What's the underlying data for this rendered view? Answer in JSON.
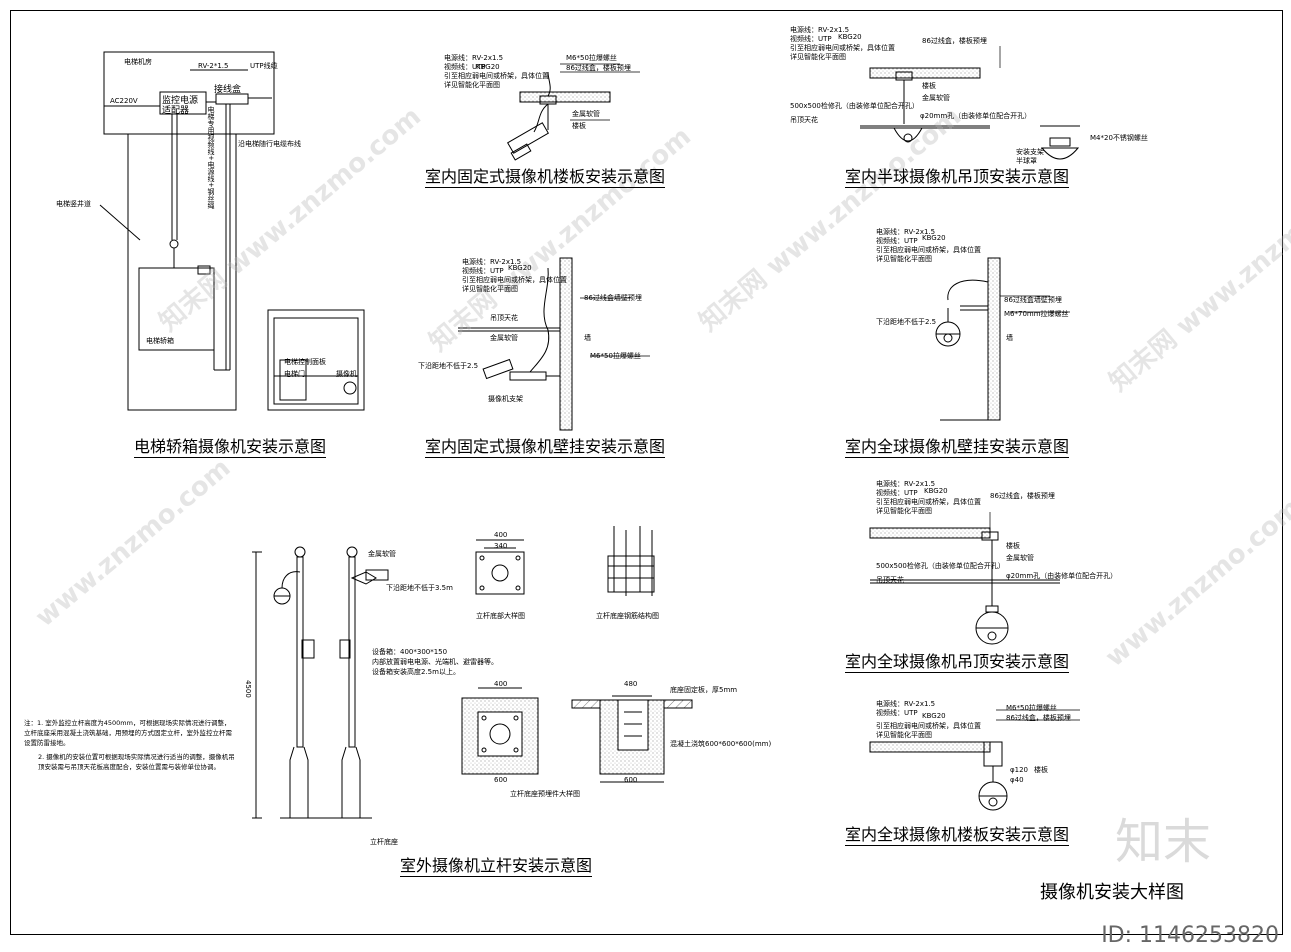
{
  "sheet_title": "摄像机安装大样图",
  "id_label": "ID: 1146253820",
  "brand": "知末",
  "watermarks": [
    "知末网 www.znzmo.com",
    "知末网 www.znzmo.com",
    "知末网 www.znzmo.com",
    "知末网 www.znzmo.com",
    "www.znzmo.com",
    "www.znzmo.com"
  ],
  "diagrams": {
    "elevator": {
      "title": "电梯轿箱摄像机安装示意图",
      "machine_room": "电梯机房",
      "cable_spec": "RV-2*1.5",
      "utp": "UTP线缆",
      "ac": "AC220V",
      "adapter": "监控电源适配器",
      "jbox": "接线盒",
      "along": "沿电梯随行电缆布线",
      "shaft": "电梯竖井道",
      "vertical_cable": "电梯专用视频线+电源线+钢丝绳",
      "cab": "电梯轿箱",
      "panel": "电梯控制面板",
      "door": "电梯门",
      "camera": "摄像机"
    },
    "fixed_slab": {
      "title": "室内固定式摄像机楼板安装示意图",
      "power": "电源线：RV-2x1.5",
      "video": "视频线：UTP",
      "kbg": "KBG20",
      "route1": "引至相应弱电间或桥架，具体位置",
      "route2": "详见智能化平面图",
      "bolt": "M6*50拉爆螺丝",
      "box": "86过线盒，楼板预埋",
      "pipe": "金属软管",
      "slab": "楼板"
    },
    "fixed_wall": {
      "title": "室内固定式摄像机壁挂安装示意图",
      "power": "电源线：RV-2x1.5",
      "video": "视频线：UTP",
      "kbg": "KBG20",
      "route1": "引至相应弱电间或桥架，具体位置",
      "route2": "详见智能化平面图",
      "box": "86过线盒墙壁预埋",
      "ceiling": "吊顶天花",
      "pipe": "金属软管",
      "bolt": "M6*50拉爆螺丝",
      "lower": "下沿距地不低于2.5",
      "wall": "墙",
      "bracket": "摄像机支架"
    },
    "half_dome": {
      "title": "室内半球摄像机吊顶安装示意图",
      "power": "电源线：RV-2x1.5",
      "video": "视频线：UTP",
      "kbg": "KBG20",
      "box": "86过线盒，楼板预埋",
      "route1": "引至相应弱电间或桥架，具体位置",
      "route2": "详见智能化平面图",
      "slab": "楼板",
      "pipe": "金属软管",
      "hole": "500x500检修孔（由装修单位配合开孔）",
      "ceiling": "吊顶天花",
      "hole20": "φ20mm孔（由装修单位配合开孔）",
      "bolt": "M4*20不锈钢螺丝",
      "mount1": "安装支架",
      "mount2": "半球罩"
    },
    "dome_wall": {
      "title": "室内全球摄像机壁挂安装示意图",
      "power": "电源线：RV-2x1.5",
      "video": "视频线：UTP",
      "kbg": "KBG20",
      "route1": "引至相应弱电间或桥架，具体位置",
      "route2": "详见智能化平面图",
      "box": "86过线盒墙壁预埋",
      "bolt": "M6*70mm拉爆螺丝",
      "lower": "下沿距地不低于2.5",
      "wall": "墙"
    },
    "dome_ceiling": {
      "title": "室内全球摄像机吊顶安装示意图",
      "power": "电源线：RV-2x1.5",
      "video": "视频线：UTP",
      "kbg": "KBG20",
      "box": "86过线盒，楼板预埋",
      "route1": "引至相应弱电间或桥架，具体位置",
      "route2": "详见智能化平面图",
      "slab": "楼板",
      "pipe": "金属软管",
      "hole": "500x500检修孔（由装修单位配合开孔）",
      "ceiling": "吊顶天花",
      "hole20": "φ20mm孔（由装修单位配合开孔）"
    },
    "dome_slab": {
      "title": "室内全球摄像机楼板安装示意图",
      "power": "电源线：RV-2x1.5",
      "video": "视频线：UTP",
      "kbg": "KBG20",
      "bolt": "M6*50拉爆螺丝",
      "box": "86过线盒，楼板预埋",
      "route1": "引至相应弱电间或桥架，具体位置",
      "route2": "详见智能化平面图",
      "phi120": "φ120",
      "slab": "楼板",
      "phi40": "φ40"
    },
    "pole": {
      "title": "室外摄像机立杆安装示意图",
      "pipe": "金属软管",
      "lower": "下沿距地不低于3.5m",
      "box1": "设备箱：400*300*150",
      "box2": "内部放置弱电电源、光端机、避雷器等。",
      "box3": "设备箱安装高度2.5m以上。",
      "height": "4500",
      "base": "立杆底座",
      "base_detail": "立杆底部大样图",
      "rebar": "立杆底座钢筋结构图",
      "embed": "立杆底座预埋件大样图",
      "plate": "底座固定板，厚5mm",
      "concrete": "混凝土浇筑600*600*600(mm)",
      "dim400": "400",
      "dim340": "340",
      "dim600": "600",
      "dim480": "480"
    }
  },
  "notes": [
    "注：1.  室外监控立杆高度为4500mm，可根据现场实际情况进行调整，立杆底座采用混凝土浇筑基础，用预埋的方式固定立杆，室外监控立杆需设置防雷接地。",
    "2.  摄像机的安装位置可根据现场实际情况进行适当的调整，摄像机吊顶安装需与吊顶天花板高度配合，安装位置需与装修单位协调。"
  ]
}
